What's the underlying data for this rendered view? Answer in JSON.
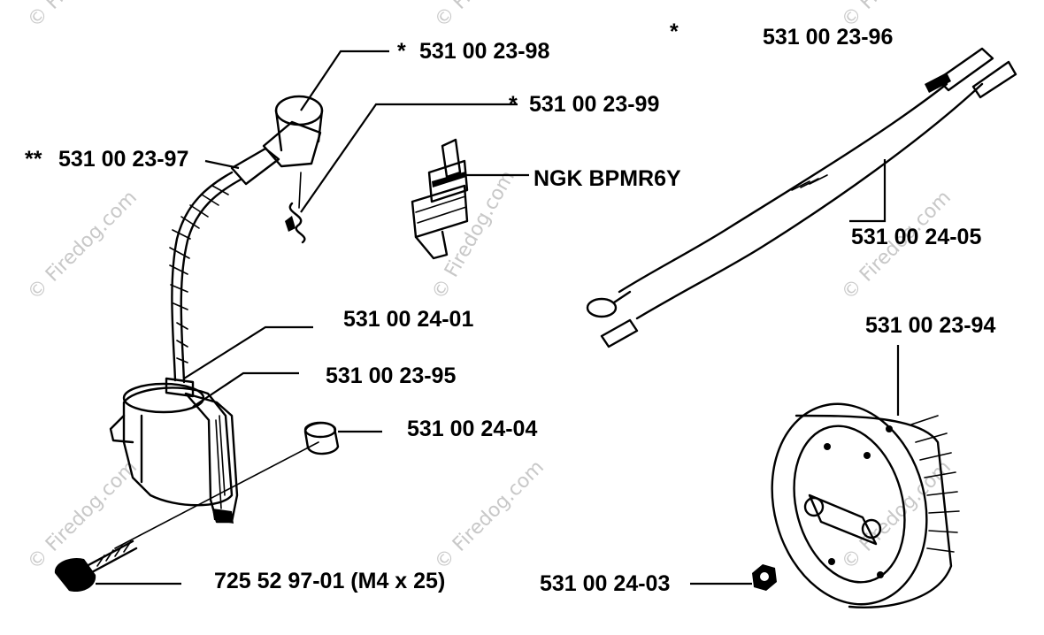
{
  "watermark": "© Firedog.com",
  "parts": {
    "p_23_98": {
      "text": "531 00 23-98",
      "marker": "*"
    },
    "p_23_99": {
      "text": "531 00 23-99",
      "marker": "*"
    },
    "p_23_97": {
      "text": "531 00 23-97",
      "marker": "**"
    },
    "spark_plug": {
      "text": "NGK BPMR6Y"
    },
    "p_24_01": {
      "text": "531 00 24-01"
    },
    "p_23_95": {
      "text": "531 00 23-95"
    },
    "p_24_04": {
      "text": "531 00 24-04"
    },
    "screw": {
      "text": "725 52 97-01 (M4 x 25)"
    },
    "p_23_96": {
      "text": "531 00 23-96",
      "marker": "*"
    },
    "p_24_05": {
      "text": "531 00 24-05"
    },
    "p_23_94": {
      "text": "531 00 23-94"
    },
    "p_24_03": {
      "text": "531 00 24-03"
    }
  }
}
